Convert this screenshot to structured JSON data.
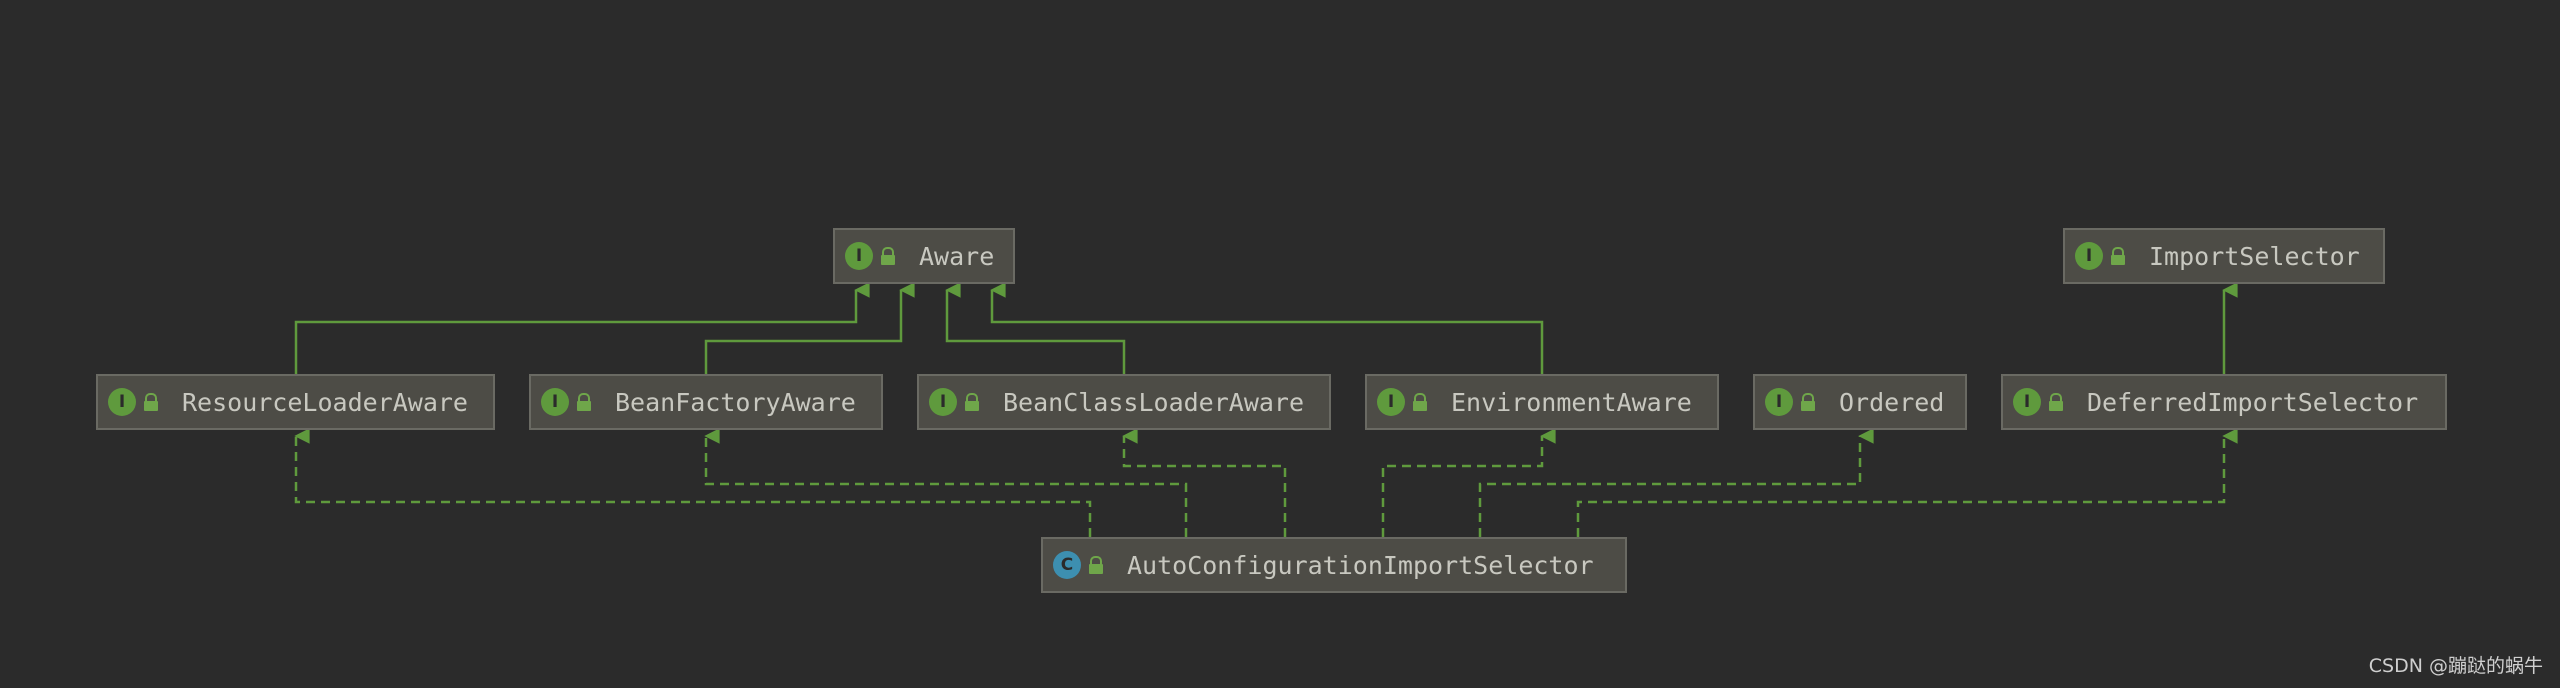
{
  "diagram": {
    "nodes": [
      {
        "id": "aware",
        "label": "Aware",
        "kind": "interface",
        "badge": "I"
      },
      {
        "id": "import-selector",
        "label": "ImportSelector",
        "kind": "interface",
        "badge": "I"
      },
      {
        "id": "resource-loader-aware",
        "label": "ResourceLoaderAware",
        "kind": "interface",
        "badge": "I"
      },
      {
        "id": "bean-factory-aware",
        "label": "BeanFactoryAware",
        "kind": "interface",
        "badge": "I"
      },
      {
        "id": "bean-class-loader-aware",
        "label": "BeanClassLoaderAware",
        "kind": "interface",
        "badge": "I"
      },
      {
        "id": "environment-aware",
        "label": "EnvironmentAware",
        "kind": "interface",
        "badge": "I"
      },
      {
        "id": "ordered",
        "label": "Ordered",
        "kind": "interface",
        "badge": "I"
      },
      {
        "id": "deferred-import-selector",
        "label": "DeferredImportSelector",
        "kind": "interface",
        "badge": "I"
      },
      {
        "id": "auto-configuration-import-selector",
        "label": "AutoConfigurationImportSelector",
        "kind": "class",
        "badge": "C"
      }
    ],
    "edges": [
      {
        "from": "resource-loader-aware",
        "to": "aware",
        "type": "extends"
      },
      {
        "from": "bean-factory-aware",
        "to": "aware",
        "type": "extends"
      },
      {
        "from": "bean-class-loader-aware",
        "to": "aware",
        "type": "extends"
      },
      {
        "from": "environment-aware",
        "to": "aware",
        "type": "extends"
      },
      {
        "from": "deferred-import-selector",
        "to": "import-selector",
        "type": "extends"
      },
      {
        "from": "auto-configuration-import-selector",
        "to": "resource-loader-aware",
        "type": "implements"
      },
      {
        "from": "auto-configuration-import-selector",
        "to": "bean-factory-aware",
        "type": "implements"
      },
      {
        "from": "auto-configuration-import-selector",
        "to": "bean-class-loader-aware",
        "type": "implements"
      },
      {
        "from": "auto-configuration-import-selector",
        "to": "environment-aware",
        "type": "implements"
      },
      {
        "from": "auto-configuration-import-selector",
        "to": "ordered",
        "type": "implements"
      },
      {
        "from": "auto-configuration-import-selector",
        "to": "deferred-import-selector",
        "type": "implements"
      }
    ],
    "colors": {
      "background": "#2b2b2b",
      "edge": "#5f9a3d",
      "node_fill": "#4d4c46",
      "node_border": "#6a6a63",
      "node_text": "#c8c8c0",
      "interface_badge": "#5f9a3d",
      "class_badge": "#3d8fb0"
    },
    "icons": {
      "interface": "interface-badge-icon",
      "class": "class-badge-icon",
      "visibility": "lock-icon"
    }
  },
  "watermark": "CSDN @蹦跶的蜗牛"
}
